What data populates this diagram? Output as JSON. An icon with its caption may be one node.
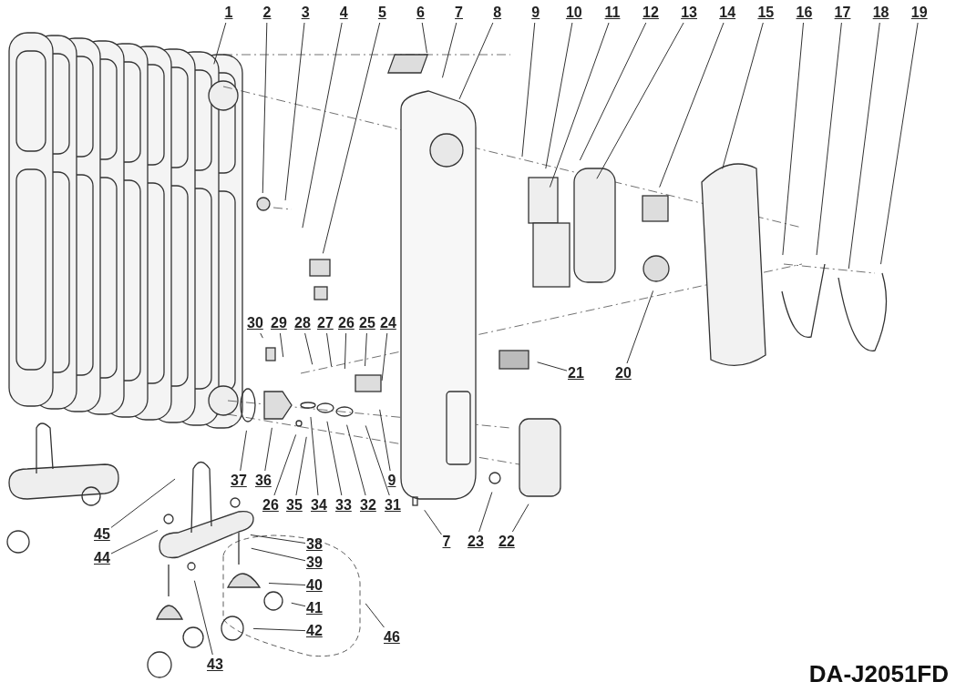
{
  "diagram": {
    "title": "DA-J2051FD",
    "nodes": [
      {
        "text": [
          "1"
        ]
      },
      {
        "text": [
          "2"
        ]
      },
      {
        "text": [
          "3"
        ]
      },
      {
        "text": [
          "4"
        ]
      },
      {
        "text": [
          "5"
        ]
      },
      {
        "text": [
          "6"
        ]
      },
      {
        "text": [
          "7"
        ]
      },
      {
        "text": [
          "8"
        ]
      },
      {
        "text": [
          "9"
        ]
      },
      {
        "text": [
          "10"
        ]
      },
      {
        "text": [
          "11"
        ]
      },
      {
        "text": [
          "12"
        ]
      },
      {
        "text": [
          "13"
        ]
      },
      {
        "text": [
          "14"
        ]
      },
      {
        "text": [
          "15"
        ]
      },
      {
        "text": [
          "16"
        ]
      },
      {
        "text": [
          "17"
        ]
      },
      {
        "text": [
          "18"
        ]
      },
      {
        "text": [
          "19"
        ]
      },
      {
        "text": [
          "30"
        ]
      },
      {
        "text": [
          "29"
        ]
      },
      {
        "text": [
          "28"
        ]
      },
      {
        "text": [
          "27"
        ]
      },
      {
        "text": [
          "26"
        ]
      },
      {
        "text": [
          "25"
        ]
      },
      {
        "text": [
          "24"
        ]
      },
      {
        "text": [
          "21"
        ]
      },
      {
        "text": [
          "20"
        ]
      },
      {
        "text": [
          "37"
        ]
      },
      {
        "text": [
          "36"
        ]
      },
      {
        "text": [
          "9"
        ]
      },
      {
        "text": [
          "26"
        ]
      },
      {
        "text": [
          "35"
        ]
      },
      {
        "text": [
          "34"
        ]
      },
      {
        "text": [
          "33"
        ]
      },
      {
        "text": [
          "32"
        ]
      },
      {
        "text": [
          "31"
        ]
      },
      {
        "text": [
          "7"
        ]
      },
      {
        "text": [
          "23"
        ]
      },
      {
        "text": [
          "22"
        ]
      },
      {
        "text": [
          "45"
        ]
      },
      {
        "text": [
          "44"
        ]
      },
      {
        "text": [
          "38"
        ]
      },
      {
        "text": [
          "39"
        ]
      },
      {
        "text": [
          "40"
        ]
      },
      {
        "text": [
          "41"
        ]
      },
      {
        "text": [
          "46"
        ]
      },
      {
        "text": [
          "42"
        ]
      },
      {
        "text": [
          "43"
        ]
      }
    ],
    "edges": [
      {
        "from": 0,
        "to": null,
        "arrow": "none"
      },
      {
        "from": 1,
        "to": null,
        "arrow": "none"
      },
      {
        "from": 2,
        "to": null,
        "arrow": "none"
      },
      {
        "from": 3,
        "to": null,
        "arrow": "none"
      },
      {
        "from": 4,
        "to": null,
        "arrow": "none"
      },
      {
        "from": 5,
        "to": null,
        "arrow": "none"
      },
      {
        "from": 6,
        "to": null,
        "arrow": "none"
      },
      {
        "from": 7,
        "to": null,
        "arrow": "none"
      },
      {
        "from": 8,
        "to": null,
        "arrow": "none"
      },
      {
        "from": 9,
        "to": null,
        "arrow": "none"
      },
      {
        "from": 10,
        "to": null,
        "arrow": "none"
      },
      {
        "from": 11,
        "to": null,
        "arrow": "none"
      },
      {
        "from": 12,
        "to": null,
        "arrow": "none"
      },
      {
        "from": 13,
        "to": null,
        "arrow": "none"
      },
      {
        "from": 14,
        "to": null,
        "arrow": "none"
      },
      {
        "from": 15,
        "to": null,
        "arrow": "none"
      },
      {
        "from": 16,
        "to": null,
        "arrow": "none"
      },
      {
        "from": 17,
        "to": null,
        "arrow": "none"
      },
      {
        "from": 18,
        "to": null,
        "arrow": "none"
      },
      {
        "from": 19,
        "to": null,
        "arrow": "none"
      },
      {
        "from": 20,
        "to": null,
        "arrow": "none"
      },
      {
        "from": 21,
        "to": null,
        "arrow": "none"
      },
      {
        "from": 22,
        "to": null,
        "arrow": "none"
      },
      {
        "from": 23,
        "to": null,
        "arrow": "none"
      },
      {
        "from": 24,
        "to": null,
        "arrow": "none"
      },
      {
        "from": 25,
        "to": null,
        "arrow": "none"
      },
      {
        "from": 26,
        "to": null,
        "arrow": "none"
      },
      {
        "from": 27,
        "to": null,
        "arrow": "none"
      },
      {
        "from": 28,
        "to": null,
        "arrow": "none"
      },
      {
        "from": 29,
        "to": null,
        "arrow": "none"
      },
      {
        "from": 30,
        "to": null,
        "arrow": "none"
      },
      {
        "from": 31,
        "to": null,
        "arrow": "none"
      },
      {
        "from": 32,
        "to": null,
        "arrow": "none"
      },
      {
        "from": 33,
        "to": null,
        "arrow": "none"
      },
      {
        "from": 34,
        "to": null,
        "arrow": "none"
      },
      {
        "from": 35,
        "to": null,
        "arrow": "none"
      },
      {
        "from": 36,
        "to": null,
        "arrow": "none"
      },
      {
        "from": 37,
        "to": null,
        "arrow": "none"
      },
      {
        "from": 38,
        "to": null,
        "arrow": "none"
      },
      {
        "from": 39,
        "to": null,
        "arrow": "none"
      },
      {
        "from": 40,
        "to": null,
        "arrow": "none"
      },
      {
        "from": 41,
        "to": null,
        "arrow": "none"
      },
      {
        "from": 42,
        "to": null,
        "arrow": "none"
      },
      {
        "from": 43,
        "to": null,
        "arrow": "none"
      },
      {
        "from": 44,
        "to": null,
        "arrow": "none"
      },
      {
        "from": 45,
        "to": null,
        "arrow": "none"
      },
      {
        "from": 46,
        "to": null,
        "arrow": "none"
      },
      {
        "from": 47,
        "to": null,
        "arrow": "none"
      },
      {
        "from": 48,
        "to": null,
        "arrow": "none"
      }
    ]
  }
}
